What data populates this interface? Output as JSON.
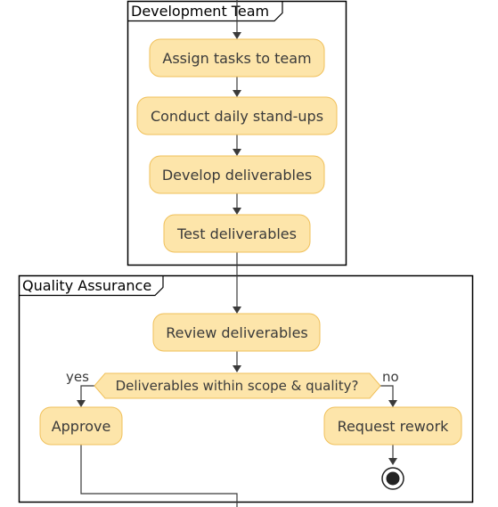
{
  "lanes": {
    "development": "Development Team",
    "qa": "Quality Assurance"
  },
  "activities": {
    "assign": "Assign tasks to team",
    "standups": "Conduct daily stand-ups",
    "develop": "Develop deliverables",
    "test": "Test deliverables",
    "review": "Review deliverables",
    "approve": "Approve",
    "rework": "Request rework"
  },
  "decision": {
    "question": "Deliverables within scope & quality?",
    "yes_label": "yes",
    "no_label": "no"
  },
  "colors": {
    "node_fill": "#fde5aa",
    "node_border": "#f0c05a",
    "line": "#3a3a3a"
  }
}
